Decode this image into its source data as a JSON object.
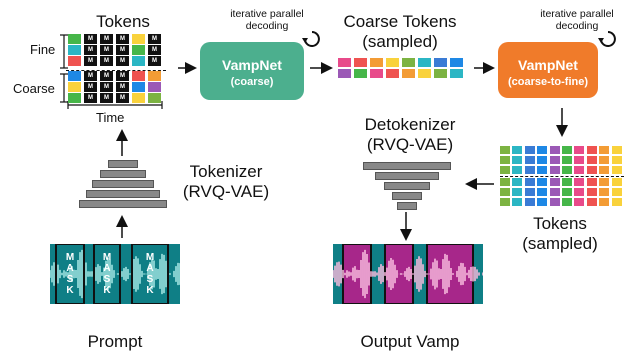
{
  "labels": {
    "tokens_title": "Tokens",
    "fine": "Fine",
    "coarse": "Coarse",
    "time": "Time",
    "coarse_tokens_line1": "Coarse Tokens",
    "coarse_tokens_line2": "(sampled)",
    "tokens_sampled_line1": "Tokens",
    "tokens_sampled_line2": "(sampled)",
    "tokenizer_line1": "Tokenizer",
    "tokenizer_line2": "(RVQ-VAE)",
    "detokenizer_line1": "Detokenizer",
    "detokenizer_line2": "(RVQ-VAE)",
    "prompt": "Prompt",
    "output_vamp": "Output Vamp",
    "ipd1_line1": "iterative parallel",
    "ipd1_line2": "decoding",
    "ipd2_line1": "iterative parallel",
    "ipd2_line2": "decoding",
    "mask_char": "M",
    "mask_word": "MASK"
  },
  "boxes": {
    "vampnet_coarse": {
      "title": "VampNet",
      "subtitle": "(coarse)",
      "color": "#4caf8e"
    },
    "vampnet_c2f": {
      "title": "VampNet",
      "subtitle": "(coarse-to-fine)",
      "color": "#f07b2a"
    }
  },
  "colors": {
    "palette": [
      "#e84a8a",
      "#f9d23c",
      "#3a7bd5",
      "#46b649",
      "#f39c35",
      "#2bb6c4",
      "#9b59b6",
      "#ef5350",
      "#7cb342",
      "#1e88e5"
    ],
    "mask": "#111111",
    "waveform_bg": "#0f7f86",
    "waveform_fg": "#9fe3e0",
    "output_bg": "#c2188b",
    "output_fg": "#f7b9dc",
    "tokenizer_bar": "#888888",
    "arrow": "#111111"
  }
}
